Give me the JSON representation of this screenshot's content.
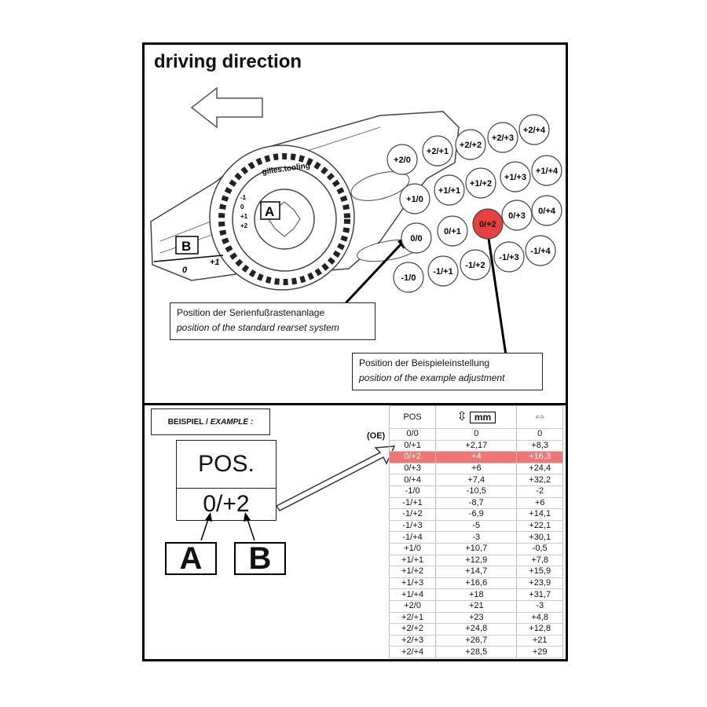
{
  "header": {
    "title": "driving direction"
  },
  "drawing": {
    "label_a": "A",
    "label_b": "B",
    "scale_0": "0",
    "scale_plus1": "+1",
    "brand": "gilles.tooling",
    "dial_ticks": [
      "-1",
      "0",
      "+1",
      "+2"
    ],
    "positions": [
      "+2/+4",
      "+2/+3",
      "+2/+2",
      "+2/+1",
      "+2/0",
      "+1/+4",
      "+1/+3",
      "+1/+2",
      "+1/+1",
      "+1/0",
      "0/+4",
      "0/+3",
      "0/+2",
      "0/+1",
      "0/0",
      "-1/+4",
      "-1/+3",
      "-1/+2",
      "-1/+1",
      "-1/0"
    ]
  },
  "callouts": {
    "standard": {
      "de": "Position der Serienfußrastenanlage",
      "en": "position of the standard rearset system"
    },
    "example": {
      "de": "Position der Beispieleinstellung",
      "en": "position of the example adjustment"
    }
  },
  "example": {
    "label_de": "BEISPIEL /",
    "label_en": "EXAMPLE :",
    "pos_header": "POS.",
    "pos_value": "0/+2",
    "a": "A",
    "b": "B"
  },
  "table": {
    "oe": "(OE)",
    "col_pos": "POS",
    "unit": "mm",
    "highlight": "0/+2",
    "rows": [
      [
        "0/0",
        "0",
        "0"
      ],
      [
        "0/+1",
        "+2,17",
        "+8,3"
      ],
      [
        "0/+2",
        "+4",
        "+16,3"
      ],
      [
        "0/+3",
        "+6",
        "+24,4"
      ],
      [
        "0/+4",
        "+7,4",
        "+32,2"
      ],
      [
        "-1/0",
        "-10,5",
        "-2"
      ],
      [
        "-1/+1",
        "-8,7",
        "+6"
      ],
      [
        "-1/+2",
        "-6,9",
        "+14,1"
      ],
      [
        "-1/+3",
        "-5",
        "+22,1"
      ],
      [
        "-1/+4",
        "-3",
        "+30,1"
      ],
      [
        "+1/0",
        "+10,7",
        "-0,5"
      ],
      [
        "+1/+1",
        "+12,9",
        "+7,8"
      ],
      [
        "+1/+2",
        "+14,7",
        "+15,9"
      ],
      [
        "+1/+3",
        "+16,6",
        "+23,9"
      ],
      [
        "+1/+4",
        "+18",
        "+31,7"
      ],
      [
        "+2/0",
        "+21",
        "-3"
      ],
      [
        "+2/+1",
        "+23",
        "+4,8"
      ],
      [
        "+2/+2",
        "+24,8",
        "+12,8"
      ],
      [
        "+2/+3",
        "+26,7",
        "+21"
      ],
      [
        "+2/+4",
        "+28,5",
        "+29"
      ]
    ]
  },
  "colors": {
    "highlight": "#f07575",
    "highlight_circle": "#e8403f"
  }
}
